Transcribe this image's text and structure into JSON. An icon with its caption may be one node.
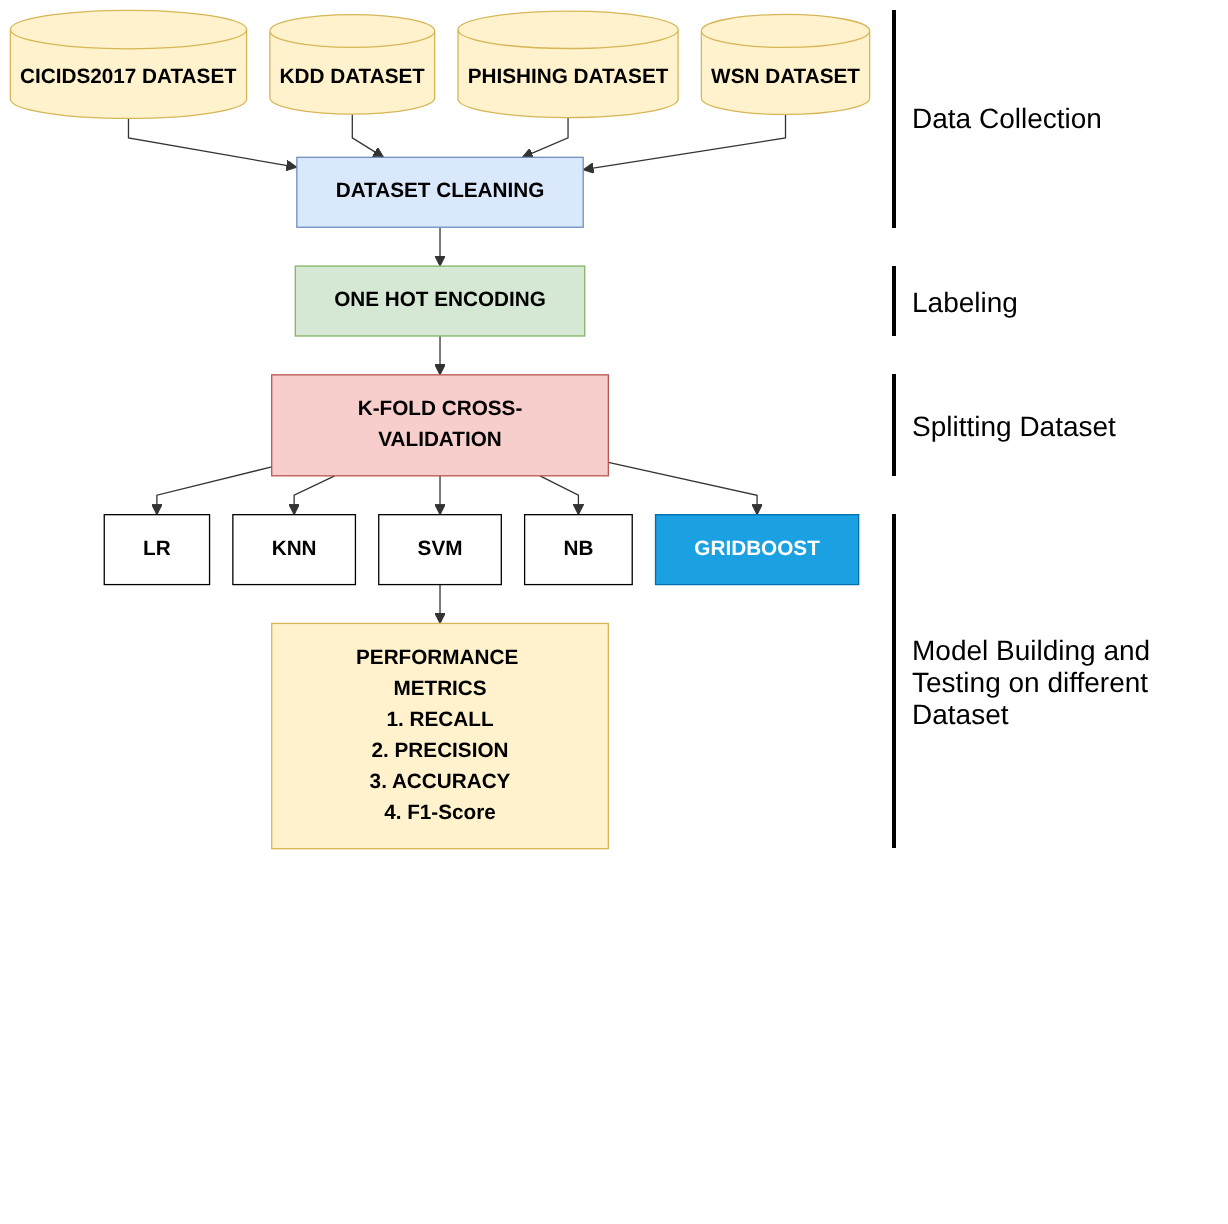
{
  "diagram": {
    "nodes": [
      {
        "text": [
          "CICIDS2017 DATASET"
        ]
      },
      {
        "text": [
          "KDD DATASET"
        ]
      },
      {
        "text": [
          "PHISHING DATASET"
        ]
      },
      {
        "text": [
          "WSN DATASET"
        ]
      },
      {
        "text": [
          "DATASET  CLEANING"
        ]
      },
      {
        "text": [
          "ONE HOT ENCODING"
        ]
      },
      {
        "text": [
          "K-FOLD CROSS-VALIDATION"
        ]
      },
      {
        "text": [
          "LR"
        ]
      },
      {
        "text": [
          "KNN"
        ]
      },
      {
        "text": [
          "SVM"
        ]
      },
      {
        "text": [
          "NB"
        ]
      },
      {
        "text": [
          "GRIDBOOST"
        ]
      },
      {
        "text": [
          "PERFORMANCE METRICS",
          "1. RECALL",
          "2. PRECISION",
          "3. ACCURACY",
          "4. F1-Score"
        ]
      }
    ],
    "edges": [
      {
        "from": 0,
        "to": 4,
        "arrow": "to"
      },
      {
        "from": 1,
        "to": 4,
        "arrow": "to"
      },
      {
        "from": 2,
        "to": 4,
        "arrow": "to"
      },
      {
        "from": 3,
        "to": 4,
        "arrow": "to"
      },
      {
        "from": 4,
        "to": 5,
        "arrow": "to"
      },
      {
        "from": 5,
        "to": 6,
        "arrow": "to"
      },
      {
        "from": 6,
        "to": 7,
        "arrow": "to"
      },
      {
        "from": 6,
        "to": 8,
        "arrow": "to"
      },
      {
        "from": 6,
        "to": 9,
        "arrow": "to"
      },
      {
        "from": 6,
        "to": 10,
        "arrow": "to"
      },
      {
        "from": 6,
        "to": 11,
        "arrow": "to"
      },
      {
        "from": 9,
        "to": 12,
        "arrow": "to"
      }
    ],
    "labels": [
      "Data Collection",
      "Labeling",
      "Splitting Dataset",
      "Model Building and Testing on different Dataset"
    ]
  }
}
